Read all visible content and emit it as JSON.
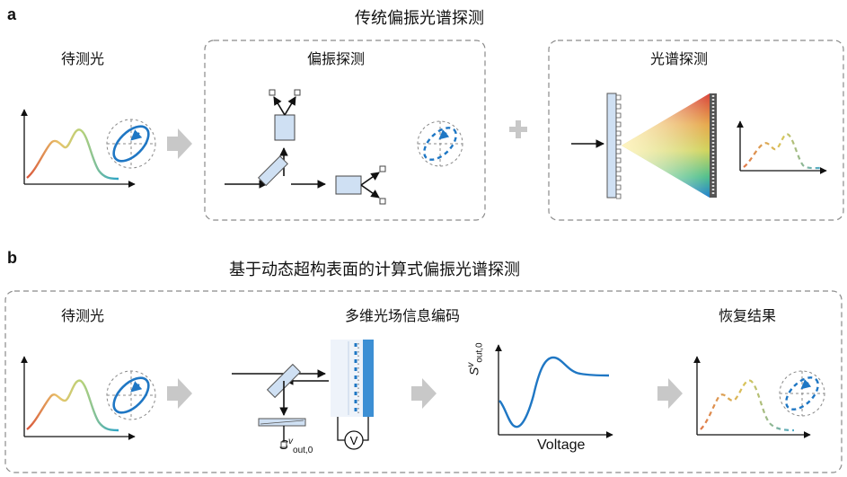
{
  "panel_a": {
    "label": "a",
    "title": "传统偏振光谱探测",
    "measured_light": "待测光",
    "polarization_detection": "偏振探测",
    "spectral_detection": "光谱探测"
  },
  "panel_b": {
    "label": "b",
    "title": "基于动态超构表面的计算式偏振光谱探测",
    "measured_light": "待测光",
    "encoding": "多维光场信息编码",
    "recovery": "恢复结果",
    "s_symbol": "S",
    "s_superscript": "v",
    "s_subscript": "out,0",
    "voltmeter_label": "V",
    "curve_xlabel": "Voltage"
  },
  "colors": {
    "arrow_gray": "#c8c8c8",
    "optic_fill": "#cfe0f3",
    "blue": "#1f77c4",
    "dash_border": "#8a8a8a"
  }
}
